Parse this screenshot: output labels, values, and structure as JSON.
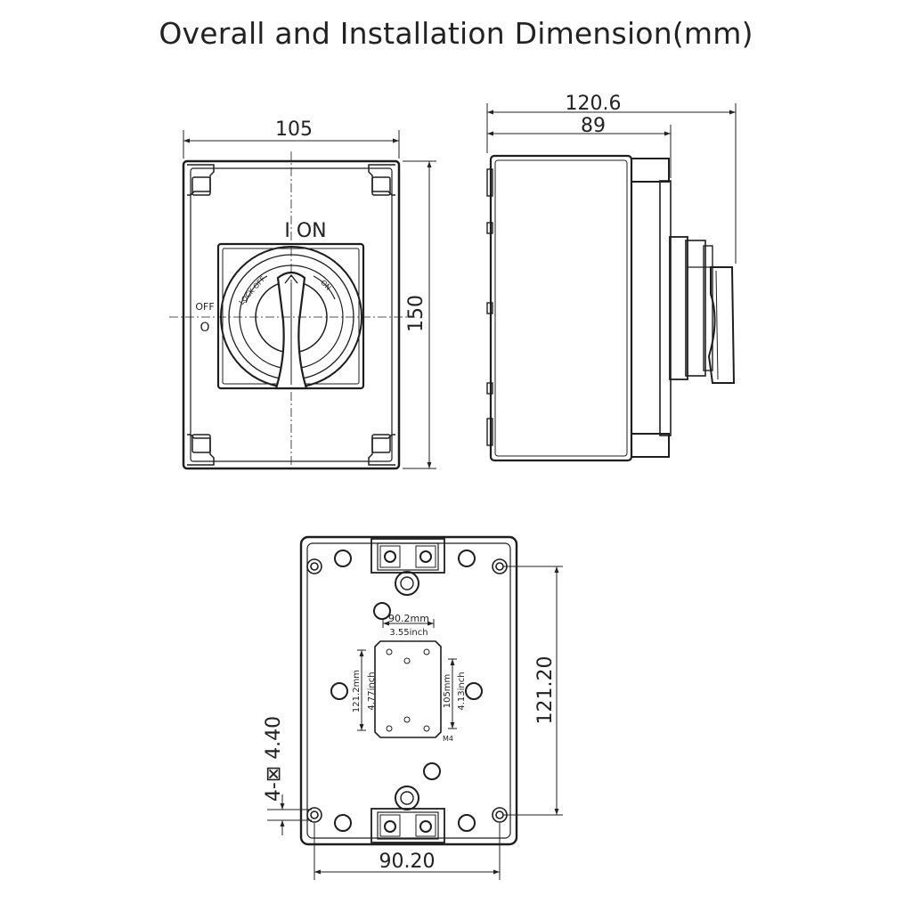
{
  "title": "Overall and Installation Dimension(mm)",
  "front_view": {
    "width": "105",
    "height": "150",
    "on_label": "I  ON",
    "off_label": "OFF",
    "off_symbol": "O",
    "knob_ring_left": "LOCK OFF",
    "knob_ring_right": "ON"
  },
  "side_view": {
    "overall_depth": "120.6",
    "body_depth": "89"
  },
  "back_view": {
    "hole_pitch_width": "90.20",
    "hole_pitch_height": "121.20",
    "mounting_hole": "4-⊠ 4.40",
    "plate_width_mm": "90.2mm",
    "plate_width_inch": "3.55inch",
    "plate_height_mm": "121.2mm",
    "plate_height_inch": "4.77inch",
    "inner_height_mm": "105mm",
    "inner_height_inch": "4.13inch",
    "screw_label": "M4"
  },
  "colors": {
    "line": "#1e1e1e",
    "dim": "#222222"
  }
}
